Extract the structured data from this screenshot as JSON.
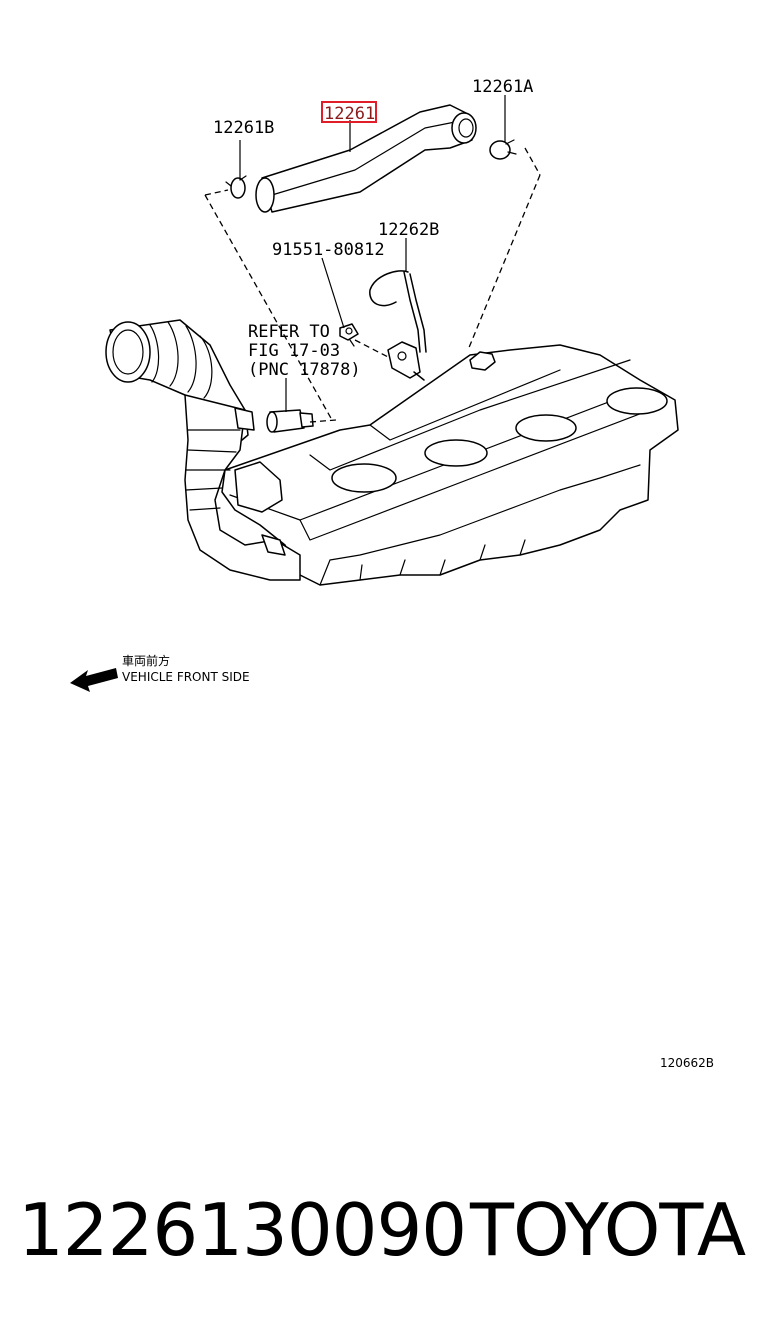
{
  "diagram": {
    "callouts": {
      "hose": "12261",
      "clamp_right": "12261A",
      "clamp_left": "12261B",
      "bracket": "12262B",
      "bolt": "91551-80812"
    },
    "refer_note": [
      "REFER TO",
      "FIG 17-03",
      "(PNC 17878)"
    ],
    "direction": {
      "jp": "車両前方",
      "en": "VEHICLE FRONT SIDE"
    },
    "figure_code": "120662B",
    "highlight_color": "#e11d2a"
  },
  "footer": {
    "part_number": "1226130090",
    "brand": "TOYOTA"
  }
}
